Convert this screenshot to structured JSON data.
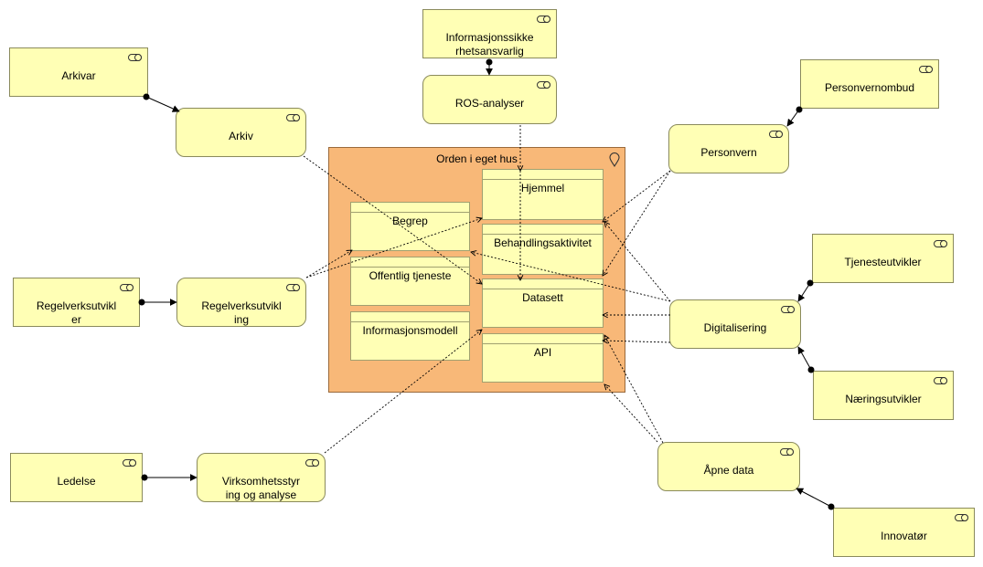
{
  "colors": {
    "business_yellow": "#ffffb5",
    "group_orange": "#f8b878"
  },
  "icons": {
    "role": "role-toggle-icon",
    "service": "service-toggle-icon",
    "location": "location-pin-icon"
  },
  "group": {
    "label": "Orden i eget hus"
  },
  "roles": {
    "arkivar": "Arkivar",
    "infosikkerhet": "Informasjonssikke\nrhetsansvarlig",
    "personvernombud": "Personvernombud",
    "regelverksutvikler": "Regelverksutvikl\ner",
    "tjenesteutvikler": "Tjenesteutvikler",
    "naeringsutvikler": "Næringsutvikler",
    "ledelse": "Ledelse",
    "innovator": "Innovatør"
  },
  "services": {
    "arkiv": "Arkiv",
    "ros": "ROS-analyser",
    "personvern": "Personvern",
    "regelverksutvikling": "Regelverksutvikl\ning",
    "digitalisering": "Digitalisering",
    "virksomhetsstyring": "Virksomhetsstyr\ning og analyse",
    "apne_data": "Åpne data"
  },
  "objects": {
    "hjemmel": "Hjemmel",
    "behandlingsaktivitet": "Behandlingsaktivitet",
    "datasett": "Datasett",
    "api": "API",
    "begrep": "Begrep",
    "offentlig_tjeneste": "Offentlig tjeneste",
    "informasjonsmodell": "Informasjonsmodell"
  }
}
